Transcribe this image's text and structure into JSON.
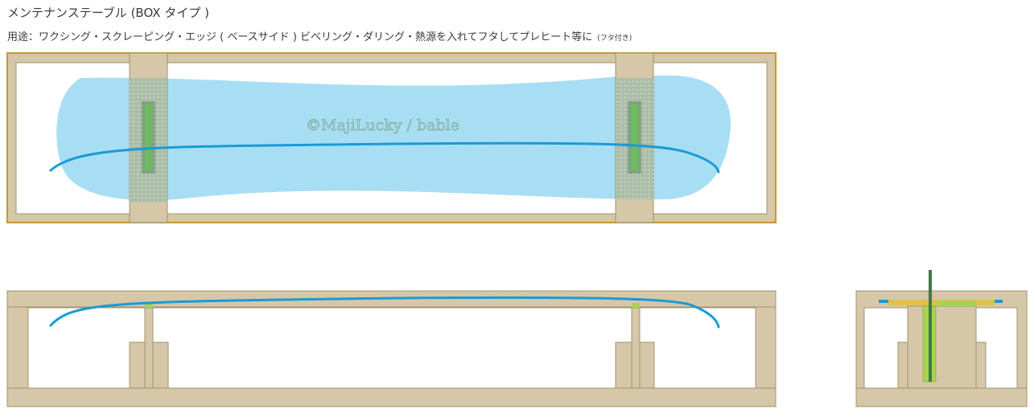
{
  "title": "メンテナンステーブル (BOX タイプ )",
  "subtitle": "用途：ワクシング・スクレーピング・エッジ ( ベースサイド ) ビベリング・ダリング・熱源を入れてフタしてプレヒート等に",
  "subtitle_note": "(フタ付き)",
  "watermark": "©MajiLucky / bable",
  "colors": {
    "wood": "#d5c7a7",
    "wood_edge": "#a0946f",
    "frame_outer": "#c79a2a",
    "board_fill": "#a8def4",
    "board_line": "#1a9ad6",
    "binding": "#6dbb5b",
    "tool_yellow": "#e0c04a",
    "tool_shaft": "#3e7a4a"
  }
}
